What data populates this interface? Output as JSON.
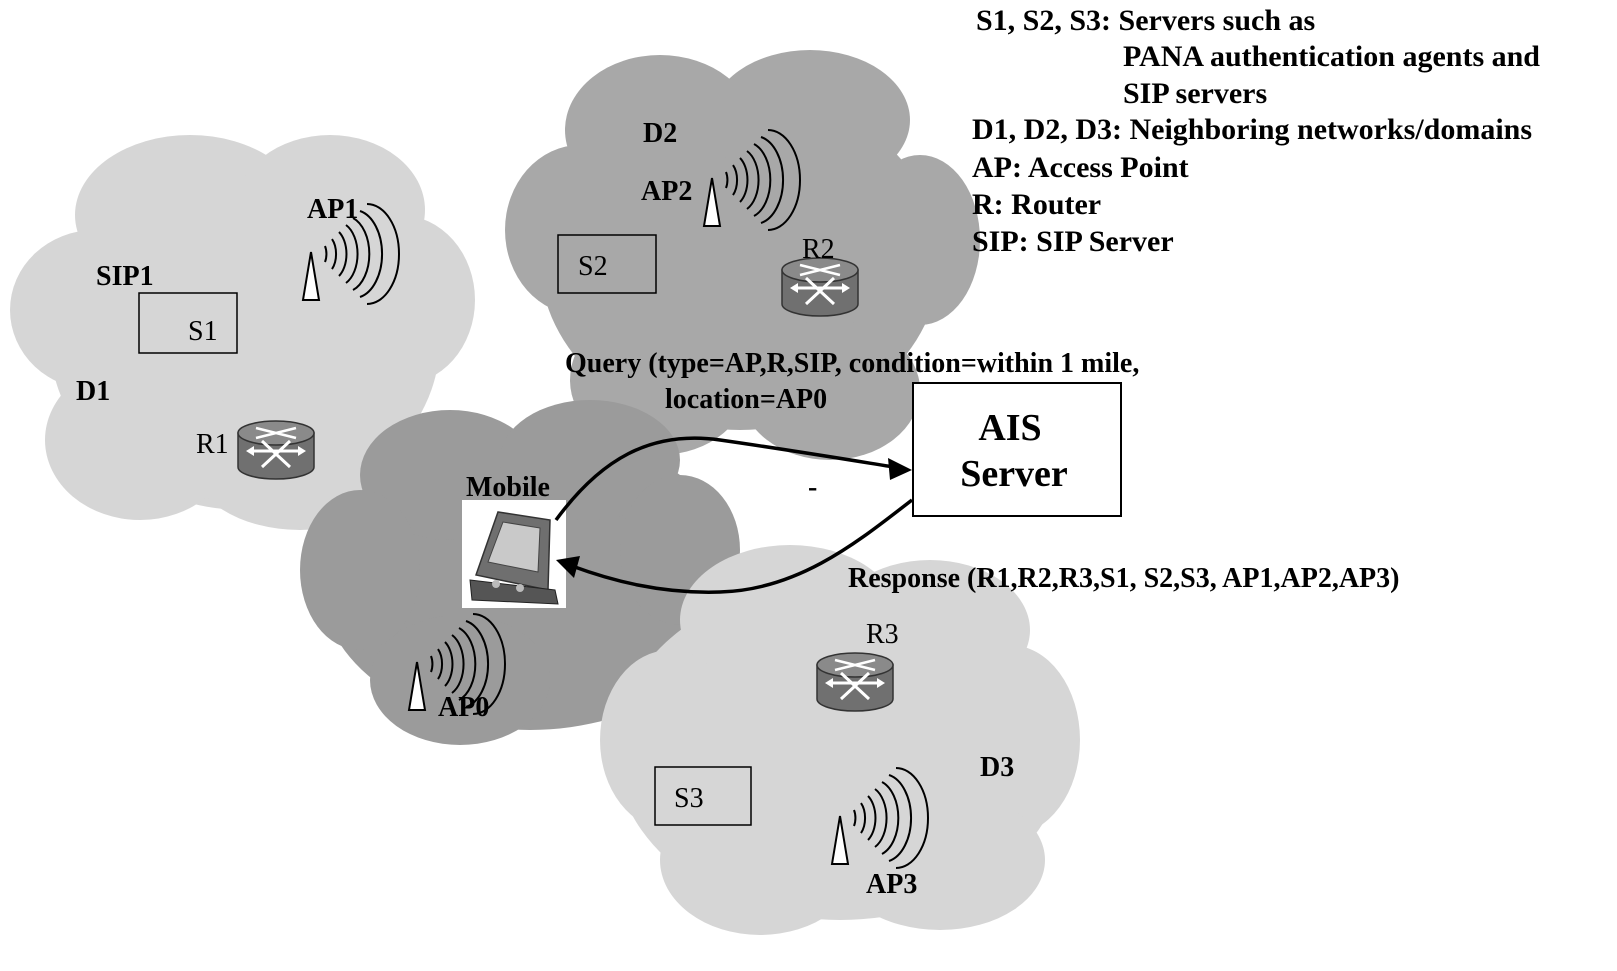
{
  "legend": [
    "S1, S2, S3: Servers such as",
    "PANA authentication agents and",
    "SIP servers",
    "D1, D2, D3: Neighboring networks/domains",
    "AP: Access Point",
    "R: Router",
    "SIP: SIP Server"
  ],
  "domains": {
    "d1": {
      "label": "D1",
      "server": "S1",
      "router": "R1",
      "ap": "AP1",
      "sip": "SIP1"
    },
    "d2": {
      "label": "D2",
      "server": "S2",
      "router": "R2",
      "ap": "AP2"
    },
    "d3": {
      "label": "D3",
      "server": "S3",
      "router": "R3",
      "ap": "AP3"
    }
  },
  "mobile_cloud": {
    "mobile": "Mobile",
    "ap": "AP0"
  },
  "ais_server": {
    "line1": "AIS",
    "line2": "Server"
  },
  "query": {
    "line1": "Query (type=AP,R,SIP, condition=within 1 mile,",
    "line2": "location=AP0"
  },
  "response": "Response (R1,R2,R3,S1, S2,S3, AP1,AP2,AP3)",
  "dash": "-",
  "colors": {
    "light_cloud": "#d6d6d6",
    "dark_cloud": "#9b9b9b",
    "mid_cloud": "#a8a8a8",
    "router": "#777777"
  }
}
